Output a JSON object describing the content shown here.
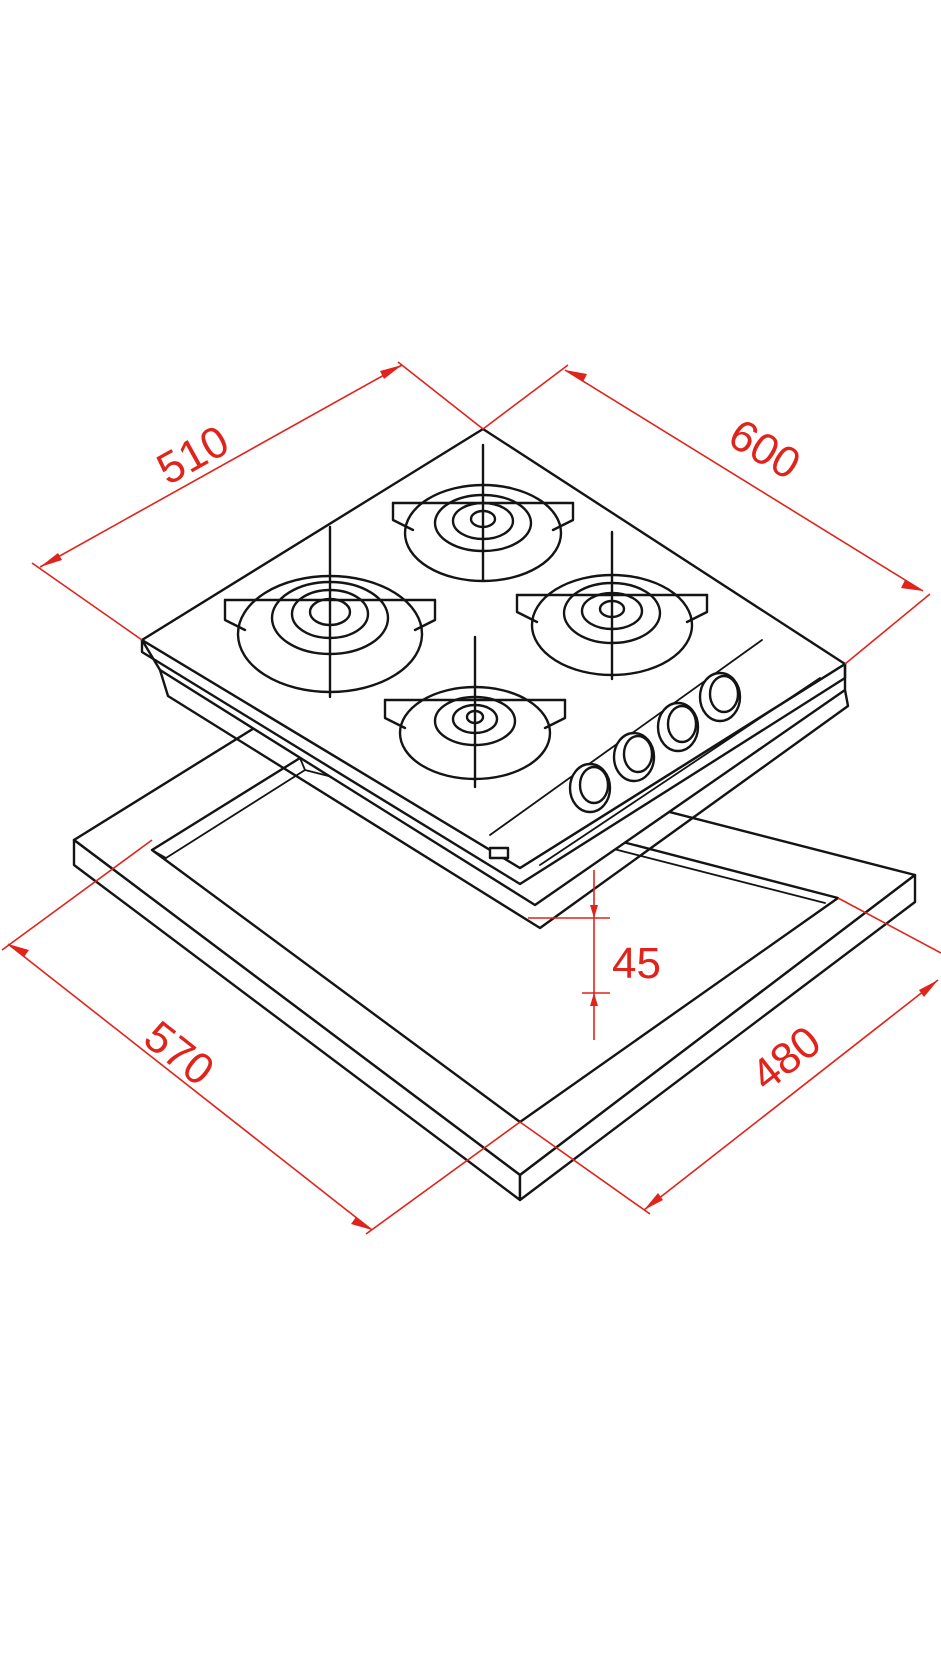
{
  "diagram": {
    "line_color": "#141414",
    "dimension_color": "#e0241b",
    "dimensions": {
      "depth_top": "510",
      "width_top": "600",
      "height": "45",
      "cutout_width": "570",
      "cutout_depth": "480"
    }
  }
}
